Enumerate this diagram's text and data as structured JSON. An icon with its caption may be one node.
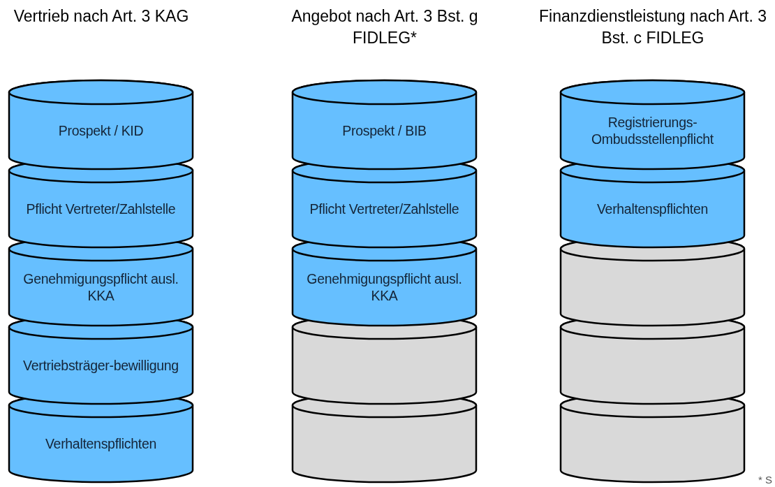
{
  "diagram": {
    "nodes": [
      {
        "text": [
          "Prospekt / KID"
        ]
      },
      {
        "text": [
          "Pflicht Vertreter/Zahlstelle"
        ]
      },
      {
        "text": [
          "Genehmigungspflicht ausl. KKA"
        ]
      },
      {
        "text": [
          "Vertriebsträger-bewilligung"
        ]
      },
      {
        "text": [
          "Verhaltenspflichten"
        ]
      },
      {
        "text": [
          "Prospekt / BIB"
        ]
      },
      {
        "text": [
          "Pflicht Vertreter/Zahlstelle"
        ]
      },
      {
        "text": [
          "Genehmigungspflicht ausl. KKA"
        ]
      },
      {
        "text": [],
        "shape": "cylinder"
      },
      {
        "text": [],
        "shape": "cylinder"
      },
      {
        "text": [
          "Registrierungs-Ombudsstellenpflicht"
        ]
      },
      {
        "text": [
          "Verhaltenspflichten"
        ]
      },
      {
        "text": [],
        "shape": "cylinder"
      },
      {
        "text": [],
        "shape": "cylinder"
      },
      {
        "text": [],
        "shape": "cylinder"
      }
    ],
    "labels": [
      "Vertrieb nach Art. 3 KAG",
      "Angebot nach Art. 3 Bst. g FIDLEG*",
      "Finanzdienstleistung nach Art. 3 Bst. c FIDLEG",
      "* S"
    ]
  }
}
